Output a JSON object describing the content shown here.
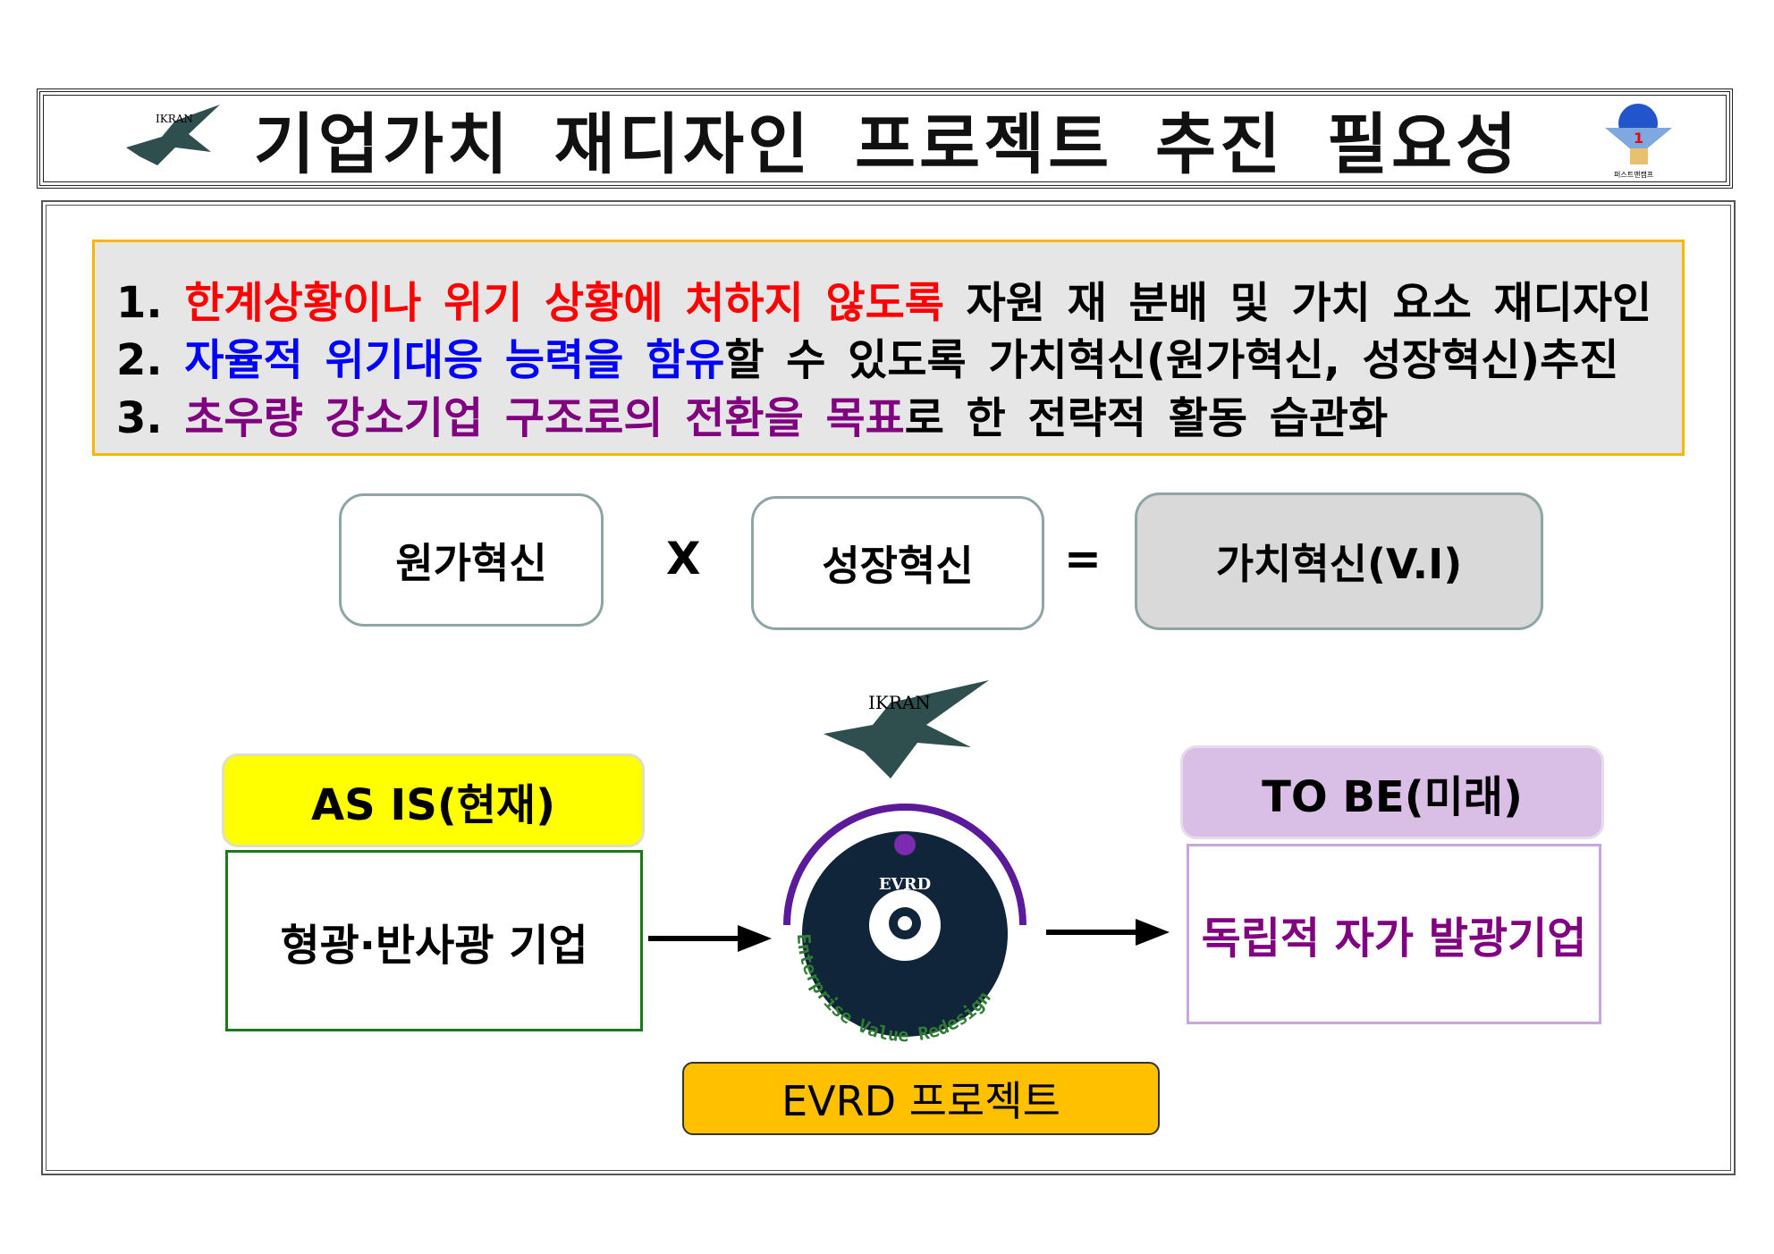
{
  "title": "기업가치 재디자인 프로젝트 추진 필요성",
  "logos": {
    "left": "IKRAN",
    "right": "FirstManCamp 퍼스트맨캠프",
    "center_brand": "IKRAN",
    "evrd": "EVRD",
    "evrd_ring": "Enterprise Value Redesign"
  },
  "points": [
    {
      "num": "1.",
      "highlight": "한계상황이나 위기 상황에 처하지 않도록",
      "rest": " 자원 재 분배 및 가치 요소 재디자인"
    },
    {
      "num": "2.",
      "highlight": "자율적 위기대응 능력을 함유",
      "rest": "할 수 있도록 가치혁신(원가혁신, 성장혁신)추진"
    },
    {
      "num": "3.",
      "highlight": "초우량 강소기업 구조로의 전환을 목표",
      "rest": "로 한 전략적 활동 습관화"
    }
  ],
  "formula": {
    "a": "원가혁신",
    "op1": "X",
    "b": "성장혁신",
    "op2": "=",
    "result": "가치혁신(V.I)"
  },
  "as_is": {
    "header": "AS  IS(현재)",
    "body": "형광·반사광 기업"
  },
  "to_be": {
    "header": "TO  BE(미래)",
    "body": "독립적 자가 발광기업"
  },
  "project": "EVRD 프로젝트",
  "colors": {
    "red": "#ff0000",
    "blue": "#0000ff",
    "purple": "#800080",
    "yellow": "#ffff00",
    "gold": "#ffc000",
    "lavender": "#d9bfe6"
  }
}
